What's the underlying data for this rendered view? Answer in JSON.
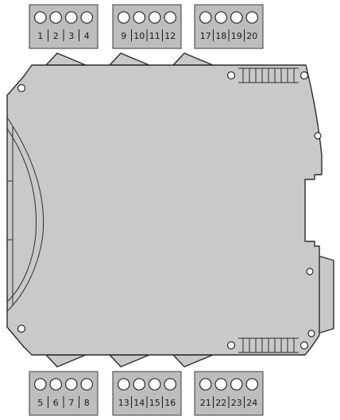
{
  "terminal_blocks": {
    "top": [
      {
        "labels": [
          "1",
          "2",
          "3",
          "4"
        ]
      },
      {
        "labels": [
          "9",
          "10",
          "11",
          "12"
        ]
      },
      {
        "labels": [
          "17",
          "18",
          "19",
          "20"
        ]
      }
    ],
    "bottom": [
      {
        "labels": [
          "5",
          "6",
          "7",
          "8"
        ]
      },
      {
        "labels": [
          "13",
          "14",
          "15",
          "16"
        ]
      },
      {
        "labels": [
          "21",
          "22",
          "23",
          "24"
        ]
      }
    ]
  }
}
